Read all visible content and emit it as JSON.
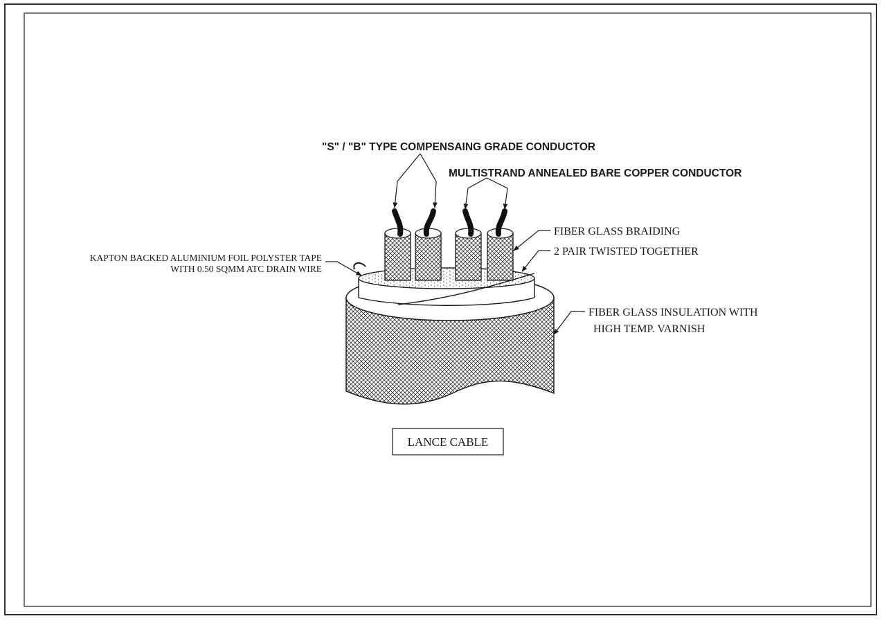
{
  "labels": {
    "compensating_conductor": "\"S\" / \"B\" TYPE COMPENSAING GRADE CONDUCTOR",
    "copper_conductor": "MULTISTRAND ANNEALED BARE COPPER CONDUCTOR",
    "braiding": "FIBER GLASS BRAIDING",
    "twisted": "2 PAIR TWISTED TOGETHER",
    "kapton_line1": "KAPTON BACKED ALUMINIUM  FOIL POLYSTER TAPE",
    "kapton_line2": "WITH  0.50 SQMM ATC DRAIN WIRE",
    "insulation_line1": "FIBER GLASS INSULATION WITH",
    "insulation_line2": "HIGH TEMP. VARNISH"
  },
  "title_box": {
    "text": "LANCE CABLE"
  },
  "colors": {
    "line": "#1a1a1a",
    "background": "#ffffff",
    "conductor": "#111111"
  }
}
